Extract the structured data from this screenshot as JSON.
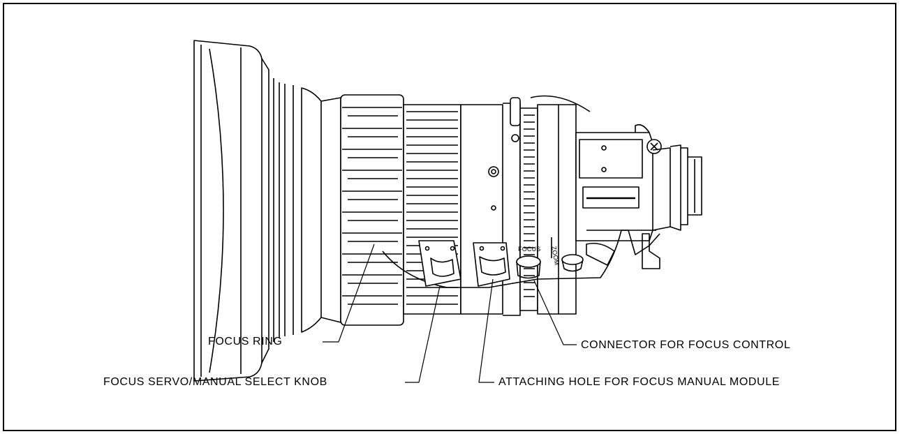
{
  "callouts": {
    "focus_ring": "FOCUS RING",
    "servo_manual_knob": "FOCUS SERVO/MANUAL SELECT KNOB",
    "connector_focus_control": "CONNECTOR FOR FOCUS CONTROL",
    "attaching_hole": "ATTACHING HOLE  FOR FOCUS MANUAL MODULE"
  },
  "engraving": {
    "focus": "FOCUS",
    "zoom": "ZOOM"
  },
  "colors": {
    "line": "#000000",
    "background": "#ffffff"
  }
}
